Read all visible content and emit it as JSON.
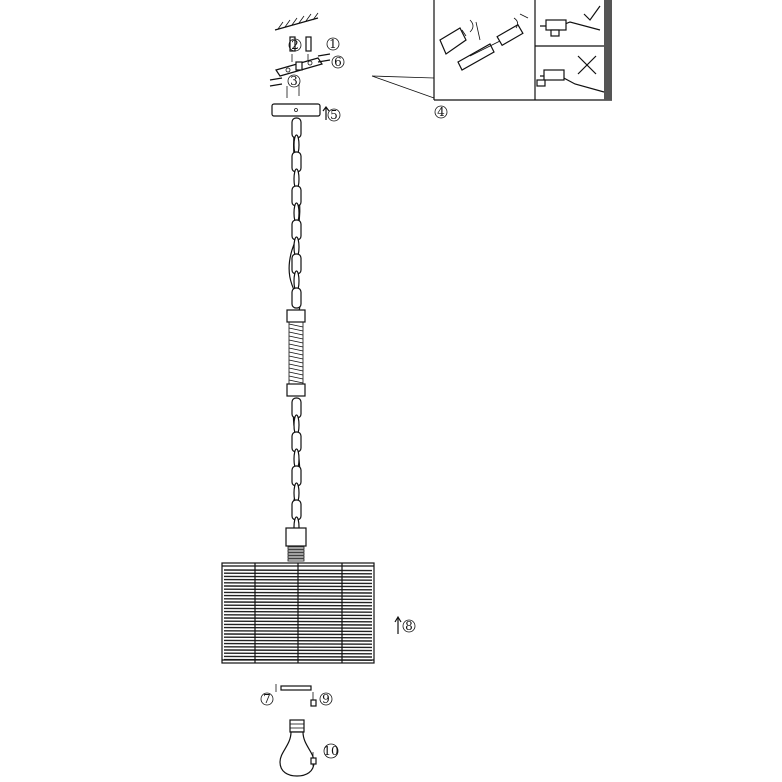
{
  "callouts": {
    "c1": "1",
    "c2": "2",
    "c3": "3",
    "c4": "4",
    "c5": "5",
    "c6": "6",
    "c7": "7",
    "c8": "8",
    "c9": "9",
    "c10": "10"
  },
  "detail_marks": {
    "correct": "check-mark",
    "wrong": "cross-mark"
  },
  "colors": {
    "ink": "#111111",
    "paper": "#ffffff"
  }
}
